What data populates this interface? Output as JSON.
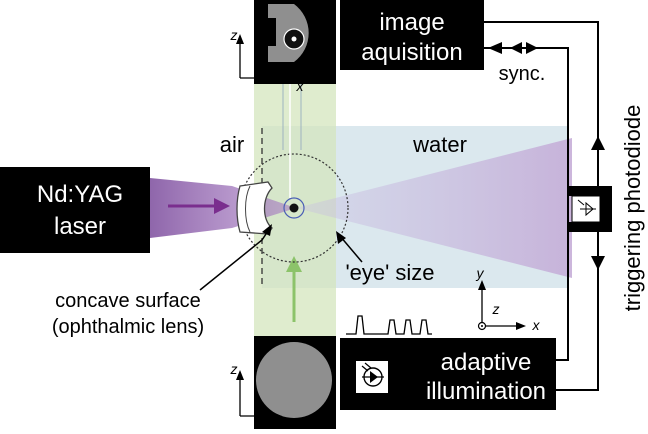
{
  "labels": {
    "laser_line1": "Nd:YAG",
    "laser_line2": "laser",
    "image_line1": "image",
    "image_line2": "aquisition",
    "illum_line1": "adaptive",
    "illum_line2": "illumination",
    "air": "air",
    "water": "water",
    "sync": "sync.",
    "photodiode": "triggering photodiode",
    "eye_size": "'eye' size",
    "concave_line1": "concave surface",
    "concave_line2": "(ophthalmic lens)"
  },
  "axes": {
    "z": "z",
    "x": "x",
    "y": "y"
  },
  "colors": {
    "box": "#000000",
    "laser_beam": "#8e5aa8",
    "laser_arrow": "#7a2e8e",
    "water": "#c9dde6",
    "green_beam": "#cfe3b4",
    "green_arrow": "#8cc36a",
    "focus_cone": "#c7bde0",
    "camera_gray": "#8f8f8f"
  }
}
